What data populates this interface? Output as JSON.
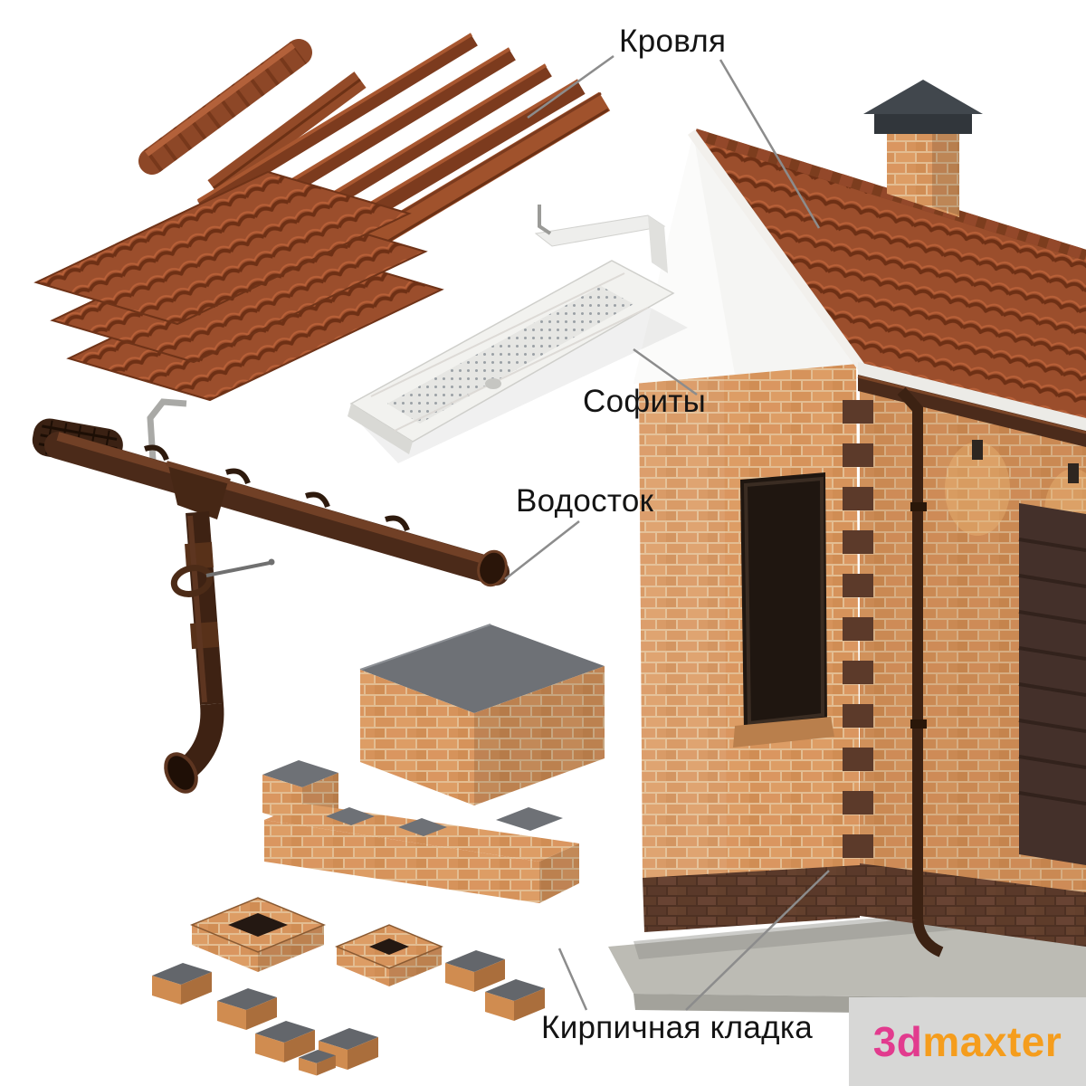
{
  "callouts": {
    "roofing": {
      "label": "Кровля"
    },
    "soffits": {
      "label": "Софиты"
    },
    "gutter": {
      "label": "Водосток"
    },
    "masonry": {
      "label": "Кирпичная кладка"
    }
  },
  "watermark": {
    "prefix": "3d",
    "suffix": "maxter"
  },
  "colors": {
    "label_text": "#141414",
    "leader_line": "#8c8c8c",
    "roof_tile": "#9b4e2c",
    "brick_light": "#d6935b",
    "brick_mortar": "#e3bd92",
    "brick_dark_plinth": "#4e3123",
    "gutter_brown": "#3e2213",
    "soffit_white": "#f2f2ef",
    "gray_cap": "#6e7176",
    "concrete": "#bcbbb4",
    "watermark_bg": "#d7d7d6",
    "watermark_pink": "#e23b8e",
    "watermark_orange": "#f59d1d"
  }
}
